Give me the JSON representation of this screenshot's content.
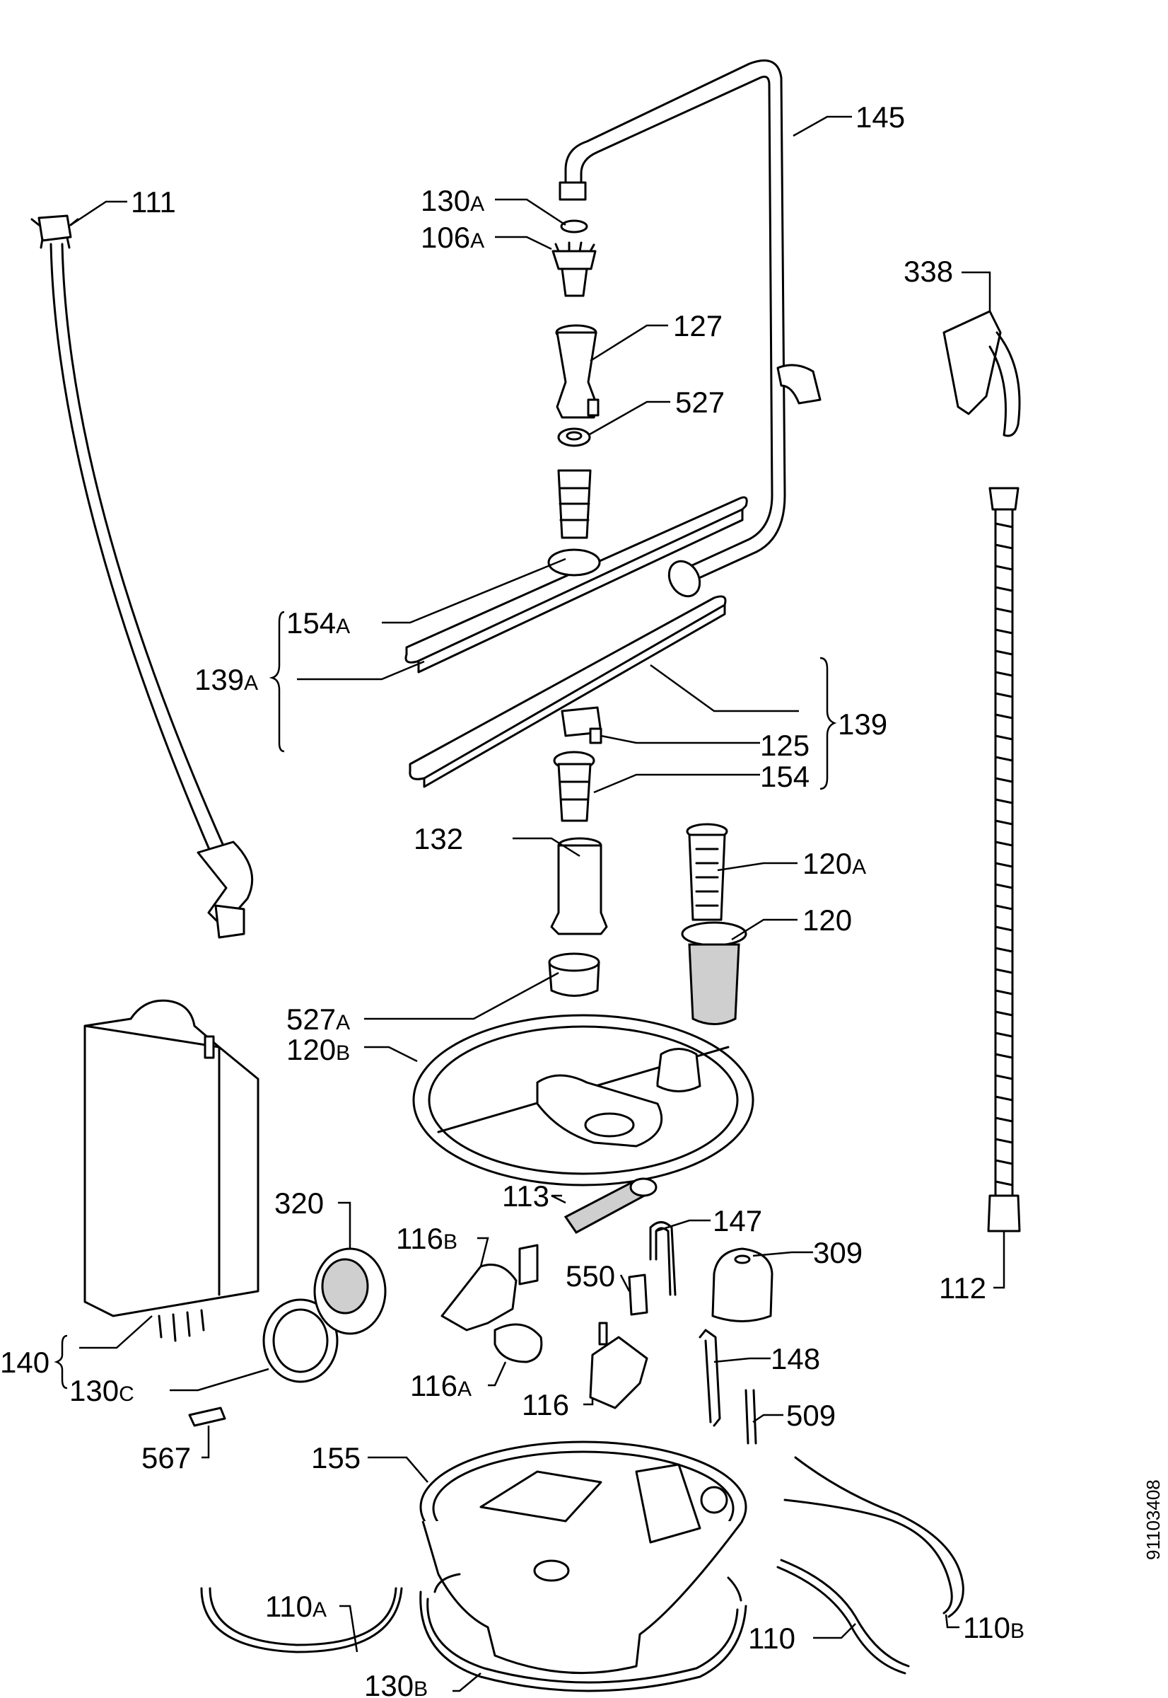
{
  "doc_code": "91103408",
  "labels": {
    "l145": {
      "num": "145",
      "suf": ""
    },
    "l111": {
      "num": "111",
      "suf": ""
    },
    "l130a": {
      "num": "130",
      "suf": "A"
    },
    "l106a": {
      "num": "106",
      "suf": "A"
    },
    "l338": {
      "num": "338",
      "suf": ""
    },
    "l127": {
      "num": "127",
      "suf": ""
    },
    "l527": {
      "num": "527",
      "suf": ""
    },
    "l154a": {
      "num": "154",
      "suf": "A"
    },
    "l139a": {
      "num": "139",
      "suf": "A"
    },
    "l125": {
      "num": "125",
      "suf": ""
    },
    "l139": {
      "num": "139",
      "suf": ""
    },
    "l154": {
      "num": "154",
      "suf": ""
    },
    "l132": {
      "num": "132",
      "suf": ""
    },
    "l120a": {
      "num": "120",
      "suf": "A"
    },
    "l120": {
      "num": "120",
      "suf": ""
    },
    "l527a": {
      "num": "527",
      "suf": "A"
    },
    "l120b": {
      "num": "120",
      "suf": "B"
    },
    "l113": {
      "num": "113",
      "suf": ""
    },
    "l320": {
      "num": "320",
      "suf": ""
    },
    "l147": {
      "num": "147",
      "suf": ""
    },
    "l116b": {
      "num": "116",
      "suf": "B"
    },
    "l309": {
      "num": "309",
      "suf": ""
    },
    "l550": {
      "num": "550",
      "suf": ""
    },
    "l112": {
      "num": "112",
      "suf": ""
    },
    "l140": {
      "num": "140",
      "suf": ""
    },
    "l148": {
      "num": "148",
      "suf": ""
    },
    "l130c": {
      "num": "130",
      "suf": "C"
    },
    "l116a": {
      "num": "116",
      "suf": "A"
    },
    "l116": {
      "num": "116",
      "suf": ""
    },
    "l509": {
      "num": "509",
      "suf": ""
    },
    "l567": {
      "num": "567",
      "suf": ""
    },
    "l155": {
      "num": "155",
      "suf": ""
    },
    "l110a": {
      "num": "110",
      "suf": "A"
    },
    "l110": {
      "num": "110",
      "suf": ""
    },
    "l110b": {
      "num": "110",
      "suf": "B"
    },
    "l130b": {
      "num": "130",
      "suf": "B"
    }
  }
}
